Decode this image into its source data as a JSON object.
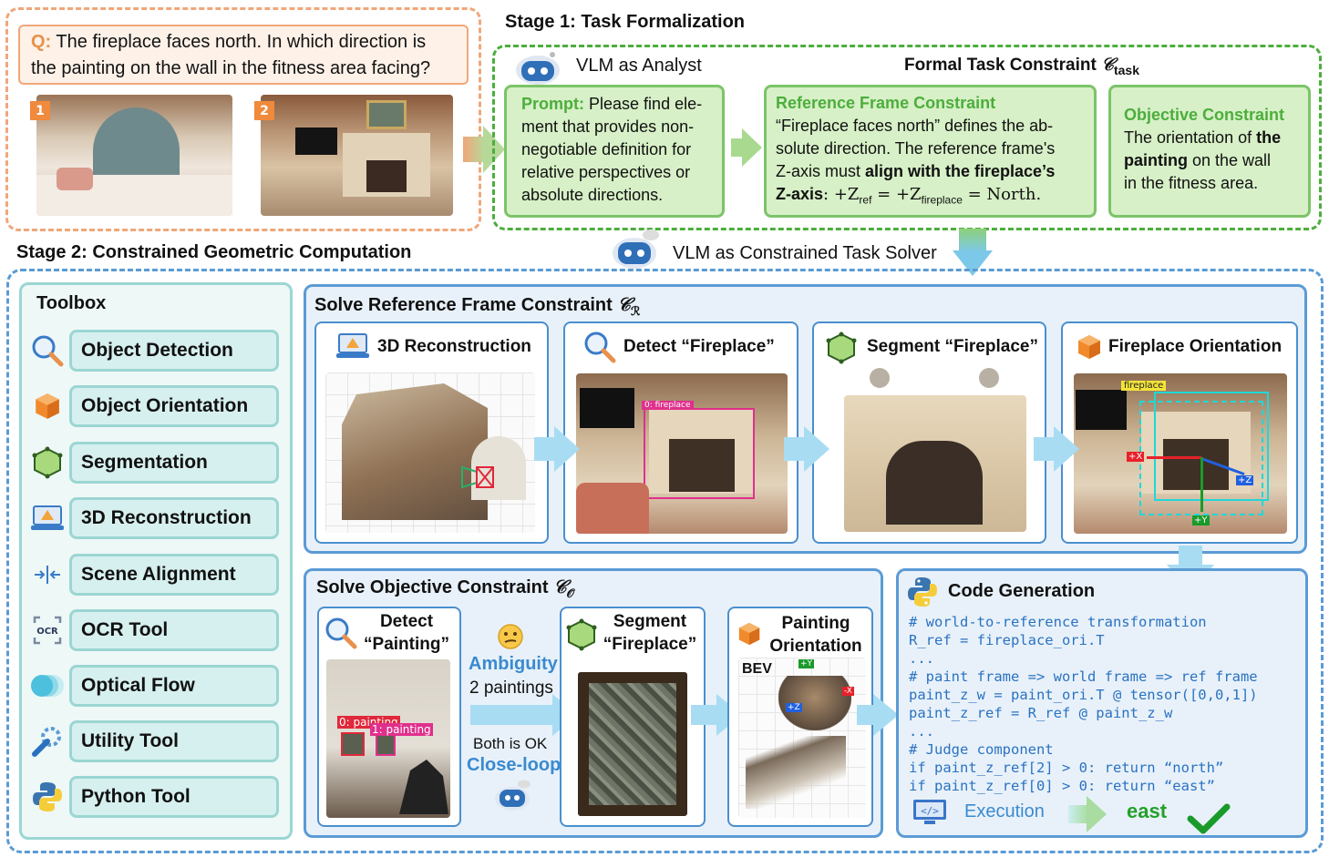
{
  "question": {
    "prefix": "Q:",
    "line1": "The fireplace faces north. In which direction is",
    "line2": "the painting on the wall in the fitness area facing?",
    "badge1": "1",
    "badge2": "2"
  },
  "stage1": {
    "title": "Stage 1: Task Formalization",
    "analyst_label": "VLM as Analyst",
    "formal_label": "Formal Task Constraint",
    "formal_symbol": "𝒞",
    "formal_sub": "task",
    "prompt": {
      "label": "Prompt:",
      "lines": [
        "Please find ele-",
        "ment that provides non-",
        "negotiable definition for",
        "relative perspectives or",
        "absolute directions."
      ]
    },
    "reference": {
      "title": "Reference Frame Constraint",
      "l1": "“Fireplace faces north” defines the ab-",
      "l2": "solute direction. The reference frame's",
      "l3a": "Z-axis must ",
      "l3b": "align with the fireplace’s",
      "l4a": "Z-axis",
      "l4b": ": +Z",
      "l4c": "ref",
      "l4d": " = +Z",
      "l4e": "fireplace",
      "l4f": " = North."
    },
    "objective": {
      "title": "Objective Constraint",
      "l1a": "The orientation of ",
      "l1b": "the",
      "l2a": "painting",
      "l2b": " on the wall",
      "l3": "in the fitness area."
    }
  },
  "stage2": {
    "title": "Stage 2: Constrained Geometric Computation",
    "solver_label": "VLM as Constrained Task Solver",
    "toolbox_title": "Toolbox",
    "tools": [
      {
        "label": "Object Detection",
        "icon": "magnifier-icon"
      },
      {
        "label": "Object Orientation",
        "icon": "cube-icon"
      },
      {
        "label": "Segmentation",
        "icon": "segment-cube-icon"
      },
      {
        "label": "3D Reconstruction",
        "icon": "laptop-3d-icon"
      },
      {
        "label": "Scene Alignment",
        "icon": "align-arrows-icon"
      },
      {
        "label": "OCR Tool",
        "icon": "ocr-icon"
      },
      {
        "label": "Optical Flow",
        "icon": "flow-circles-icon"
      },
      {
        "label": "Utility Tool",
        "icon": "wrench-gear-icon"
      },
      {
        "label": "Python Tool",
        "icon": "python-icon"
      }
    ],
    "ref_panel": {
      "title": "Solve Reference Frame Constraint",
      "symbol": "𝒞",
      "sub": "ℛ",
      "steps": [
        {
          "label": "3D Reconstruction"
        },
        {
          "label": "Detect “Fireplace”",
          "tag": "0: fireplace"
        },
        {
          "label": "Segment “Fireplace”"
        },
        {
          "label": "Fireplace Orientation",
          "tag": "fireplace",
          "axes": [
            "+X",
            "+Z",
            "+Y"
          ]
        }
      ]
    },
    "obj_panel": {
      "title": "Solve Objective Constraint",
      "symbol": "𝒞",
      "sub": "𝒪",
      "detect_l1": "Detect",
      "detect_l2": "“Painting”",
      "tags": [
        "0: painting",
        "1: painting"
      ],
      "ambiguity": "Ambiguity",
      "two_paintings": "2 paintings",
      "both_ok": "Both is OK",
      "close_loop": "Close-loop",
      "segment_l1": "Segment",
      "segment_l2": "“Fireplace”",
      "orient_l1": "Painting",
      "orient_l2": "Orientation",
      "bev": "BEV",
      "bev_axes": [
        "+Y",
        "-X",
        "+Z"
      ]
    },
    "code_panel": {
      "title": "Code Generation",
      "lines": [
        {
          "t": "# world-to-reference transformation",
          "c": "cm"
        },
        {
          "t": "R_ref = fireplace_ori.T",
          "c": ""
        },
        {
          "t": "...",
          "c": ""
        },
        {
          "t": "# paint frame => world frame => ref frame",
          "c": "cm"
        },
        {
          "t": "paint_z_w = paint_ori.T @ tensor([0,0,1])",
          "c": ""
        },
        {
          "t": "paint_z_ref = R_ref @ paint_z_w",
          "c": ""
        },
        {
          "t": "...",
          "c": ""
        },
        {
          "t": "# Judge component",
          "c": "cm"
        },
        {
          "t": "if paint_z_ref[2] > 0: return “north”",
          "c": ""
        },
        {
          "t": "if paint_z_ref[0] > 0: return “east”",
          "c": ""
        }
      ],
      "execution": "Execution",
      "result": "east"
    }
  },
  "colors": {
    "orange": "#f0a77a",
    "green": "#4cae3c",
    "blue": "#5b9bd5",
    "light_green": "#d7f0c7",
    "tool_bg": "#d6f0ef"
  }
}
